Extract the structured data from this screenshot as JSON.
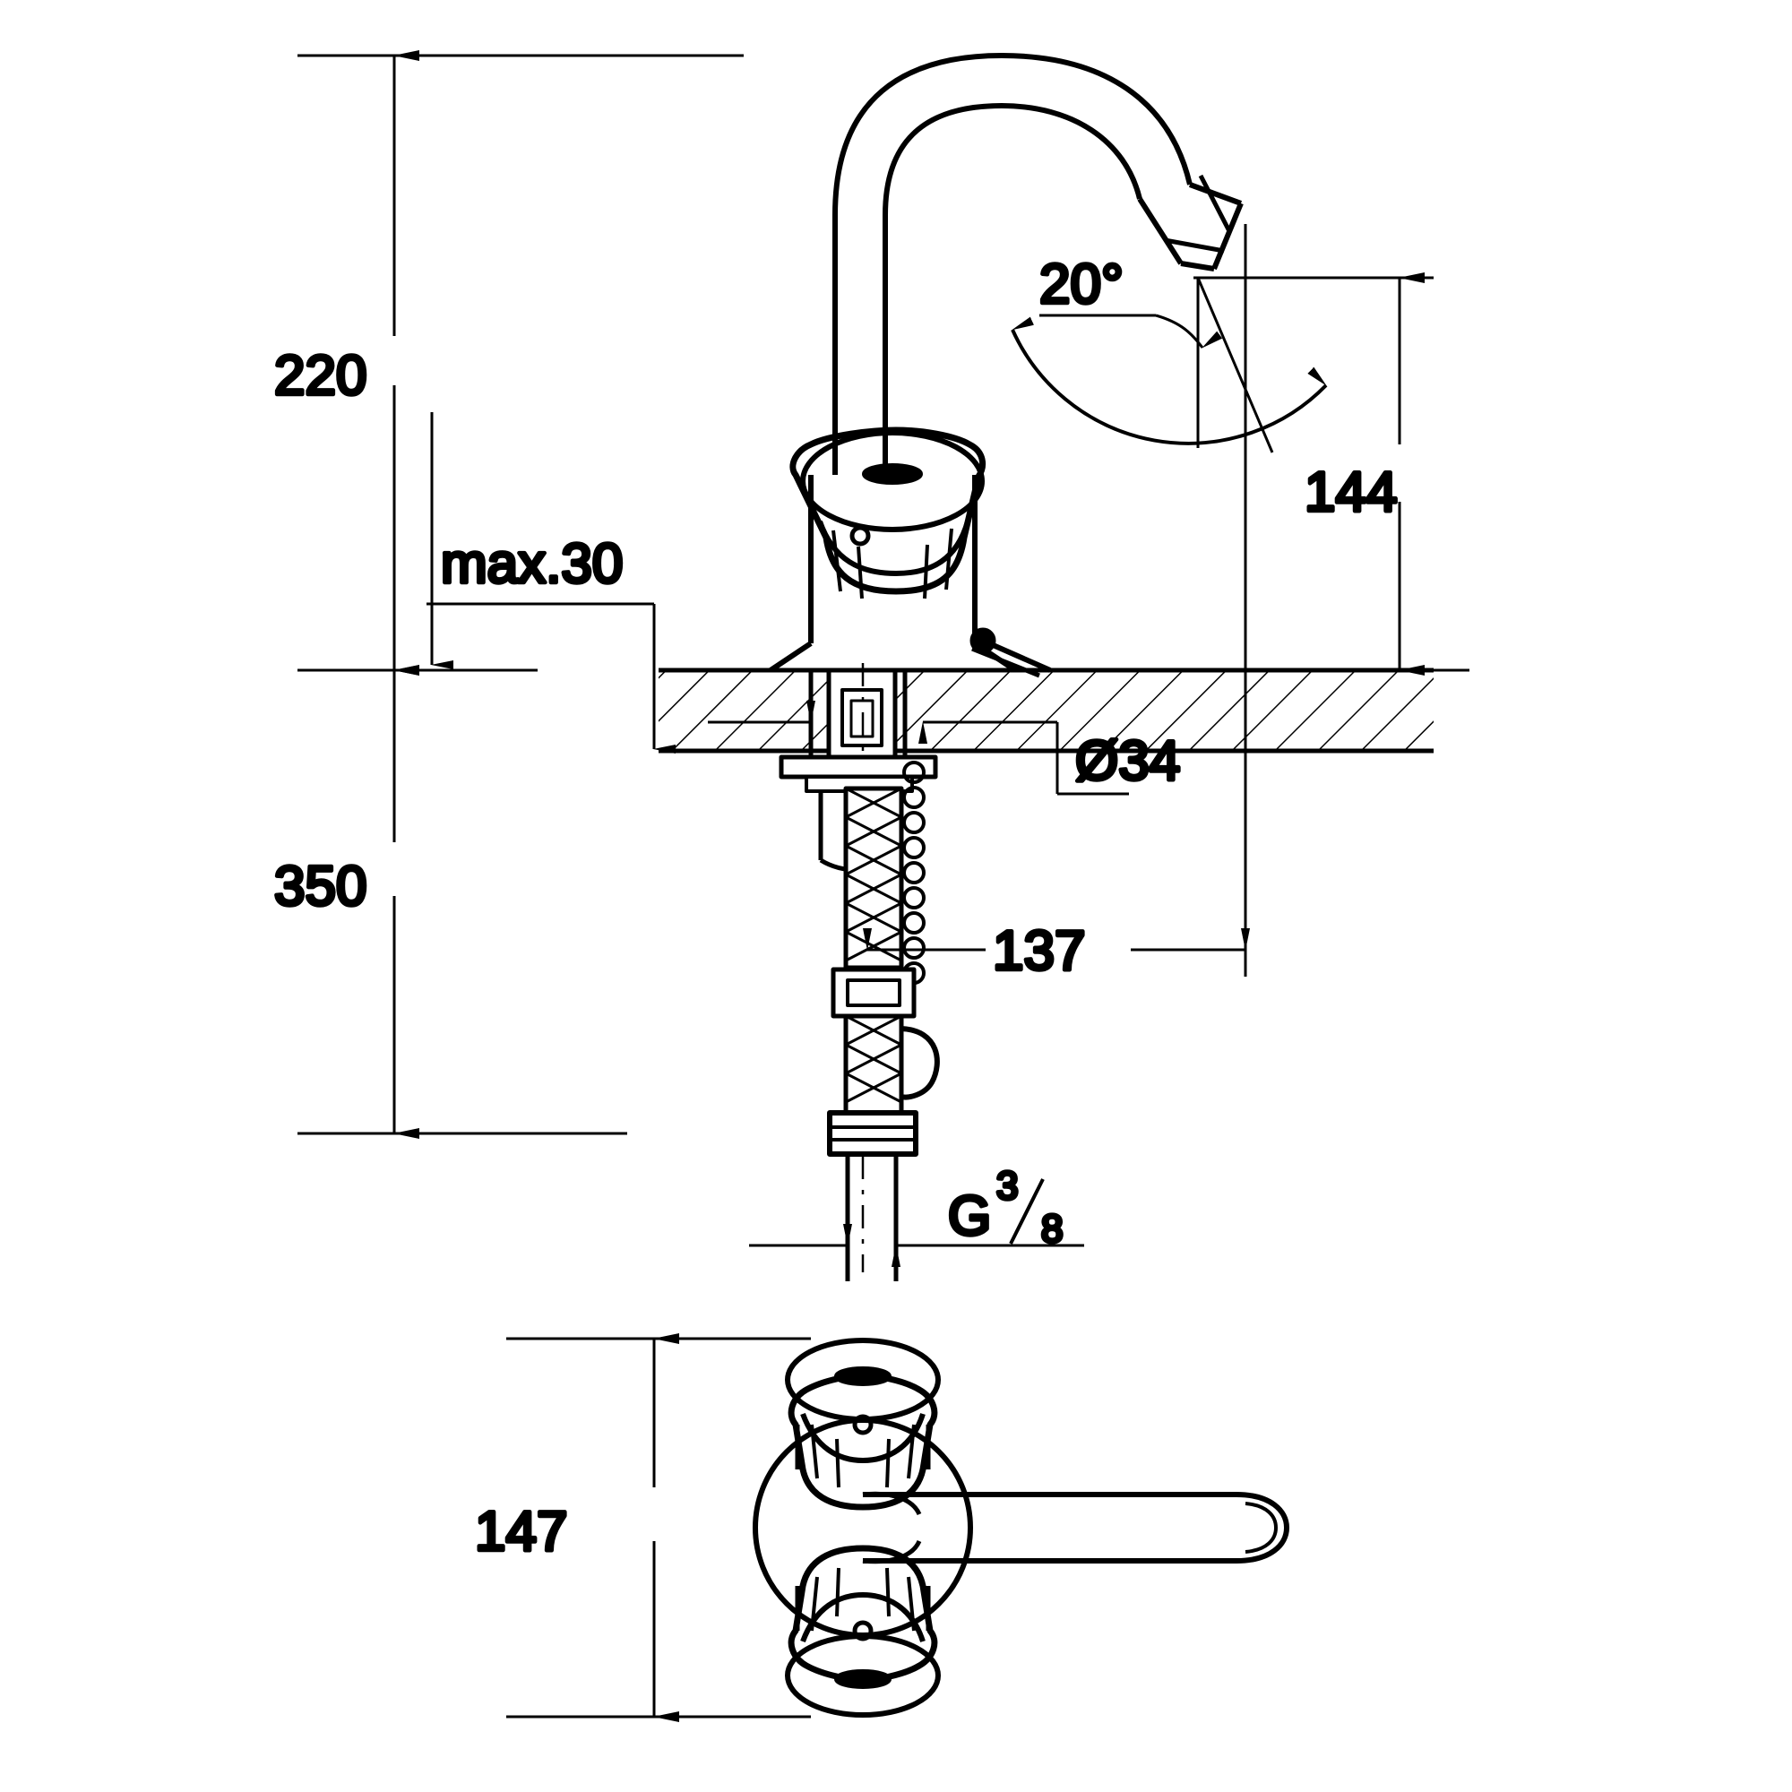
{
  "drawing": {
    "title": "Two-handle sink mixer dimensional drawing",
    "type": "technical-dimension-drawing",
    "line_color": "#000000",
    "background_color": "#ffffff",
    "units": "mm",
    "views": [
      {
        "name": "front-elevation",
        "label": ""
      },
      {
        "name": "top-plan",
        "label": ""
      }
    ]
  },
  "dimensions": {
    "spout_height": {
      "value": "220",
      "name": "overall-height-above-deck"
    },
    "deck_thickness": {
      "value": "max.30",
      "name": "max-deck-thickness"
    },
    "supply_length": {
      "value": "350",
      "name": "supply-hose-length-below-deck"
    },
    "outlet_height": {
      "value": "144",
      "name": "outlet-height-above-deck"
    },
    "spout_angle": {
      "value": "20°",
      "name": "outlet-angle"
    },
    "hole_diameter": {
      "value": "Ø34",
      "name": "mounting-hole-diameter"
    },
    "spout_reach": {
      "value": "137",
      "name": "spout-projection"
    },
    "thread": {
      "value": "G",
      "numerator": "3",
      "denominator": "8",
      "name": "connection-thread-g-three-eighths"
    },
    "handle_span": {
      "value": "147",
      "name": "handle-to-handle-span-plan-view"
    }
  }
}
